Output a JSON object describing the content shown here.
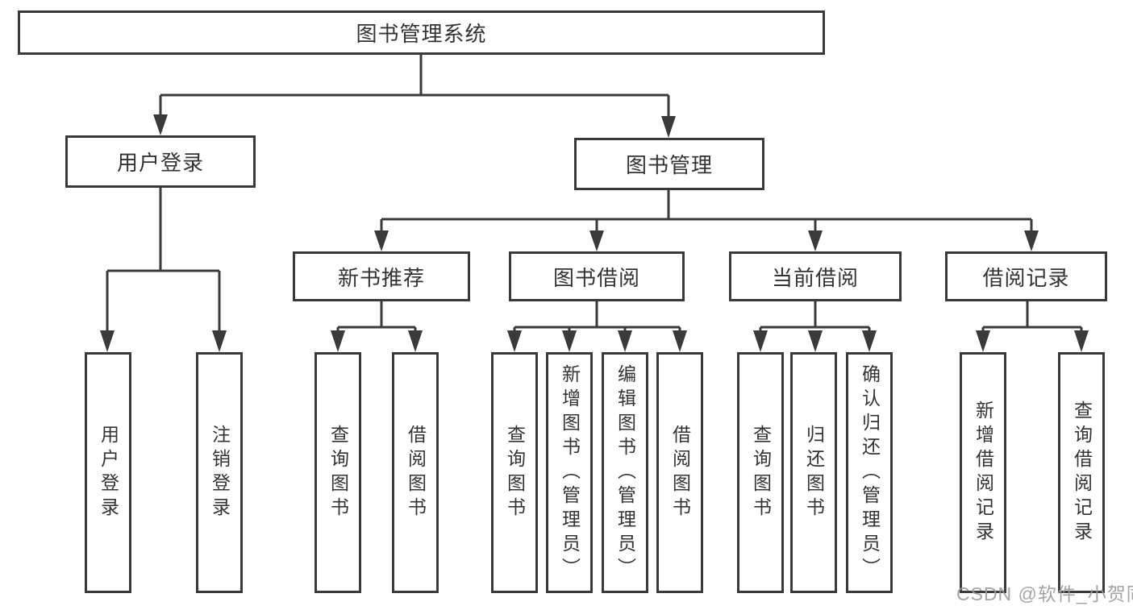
{
  "diagram": {
    "root": {
      "label": "图书管理系统"
    },
    "branches": [
      {
        "label": "用户登录",
        "children": [
          {
            "label": "用户登录"
          },
          {
            "label": "注销登录"
          }
        ]
      },
      {
        "label": "图书管理",
        "children": [
          {
            "label": "新书推荐",
            "children": [
              {
                "label": "查询图书"
              },
              {
                "label": "借阅图书"
              }
            ]
          },
          {
            "label": "图书借阅",
            "children": [
              {
                "label": "查询图书"
              },
              {
                "label": "新增图书（管理员）"
              },
              {
                "label": "编辑图书（管理员）"
              },
              {
                "label": "借阅图书"
              }
            ]
          },
          {
            "label": "当前借阅",
            "children": [
              {
                "label": "查询图书"
              },
              {
                "label": "归还图书"
              },
              {
                "label": "确认归还（管理员）"
              }
            ]
          },
          {
            "label": "借阅记录",
            "children": [
              {
                "label": "新增借阅记录"
              },
              {
                "label": "查询借阅记录"
              }
            ]
          }
        ]
      }
    ]
  },
  "watermark": {
    "text": "CSDN @软件_小贺同学"
  },
  "colors": {
    "line": "#3a3a3a",
    "box_border": "#3a3a3a",
    "text": "#333333",
    "background": "#ffffff",
    "watermark": "#9b9b9b"
  }
}
